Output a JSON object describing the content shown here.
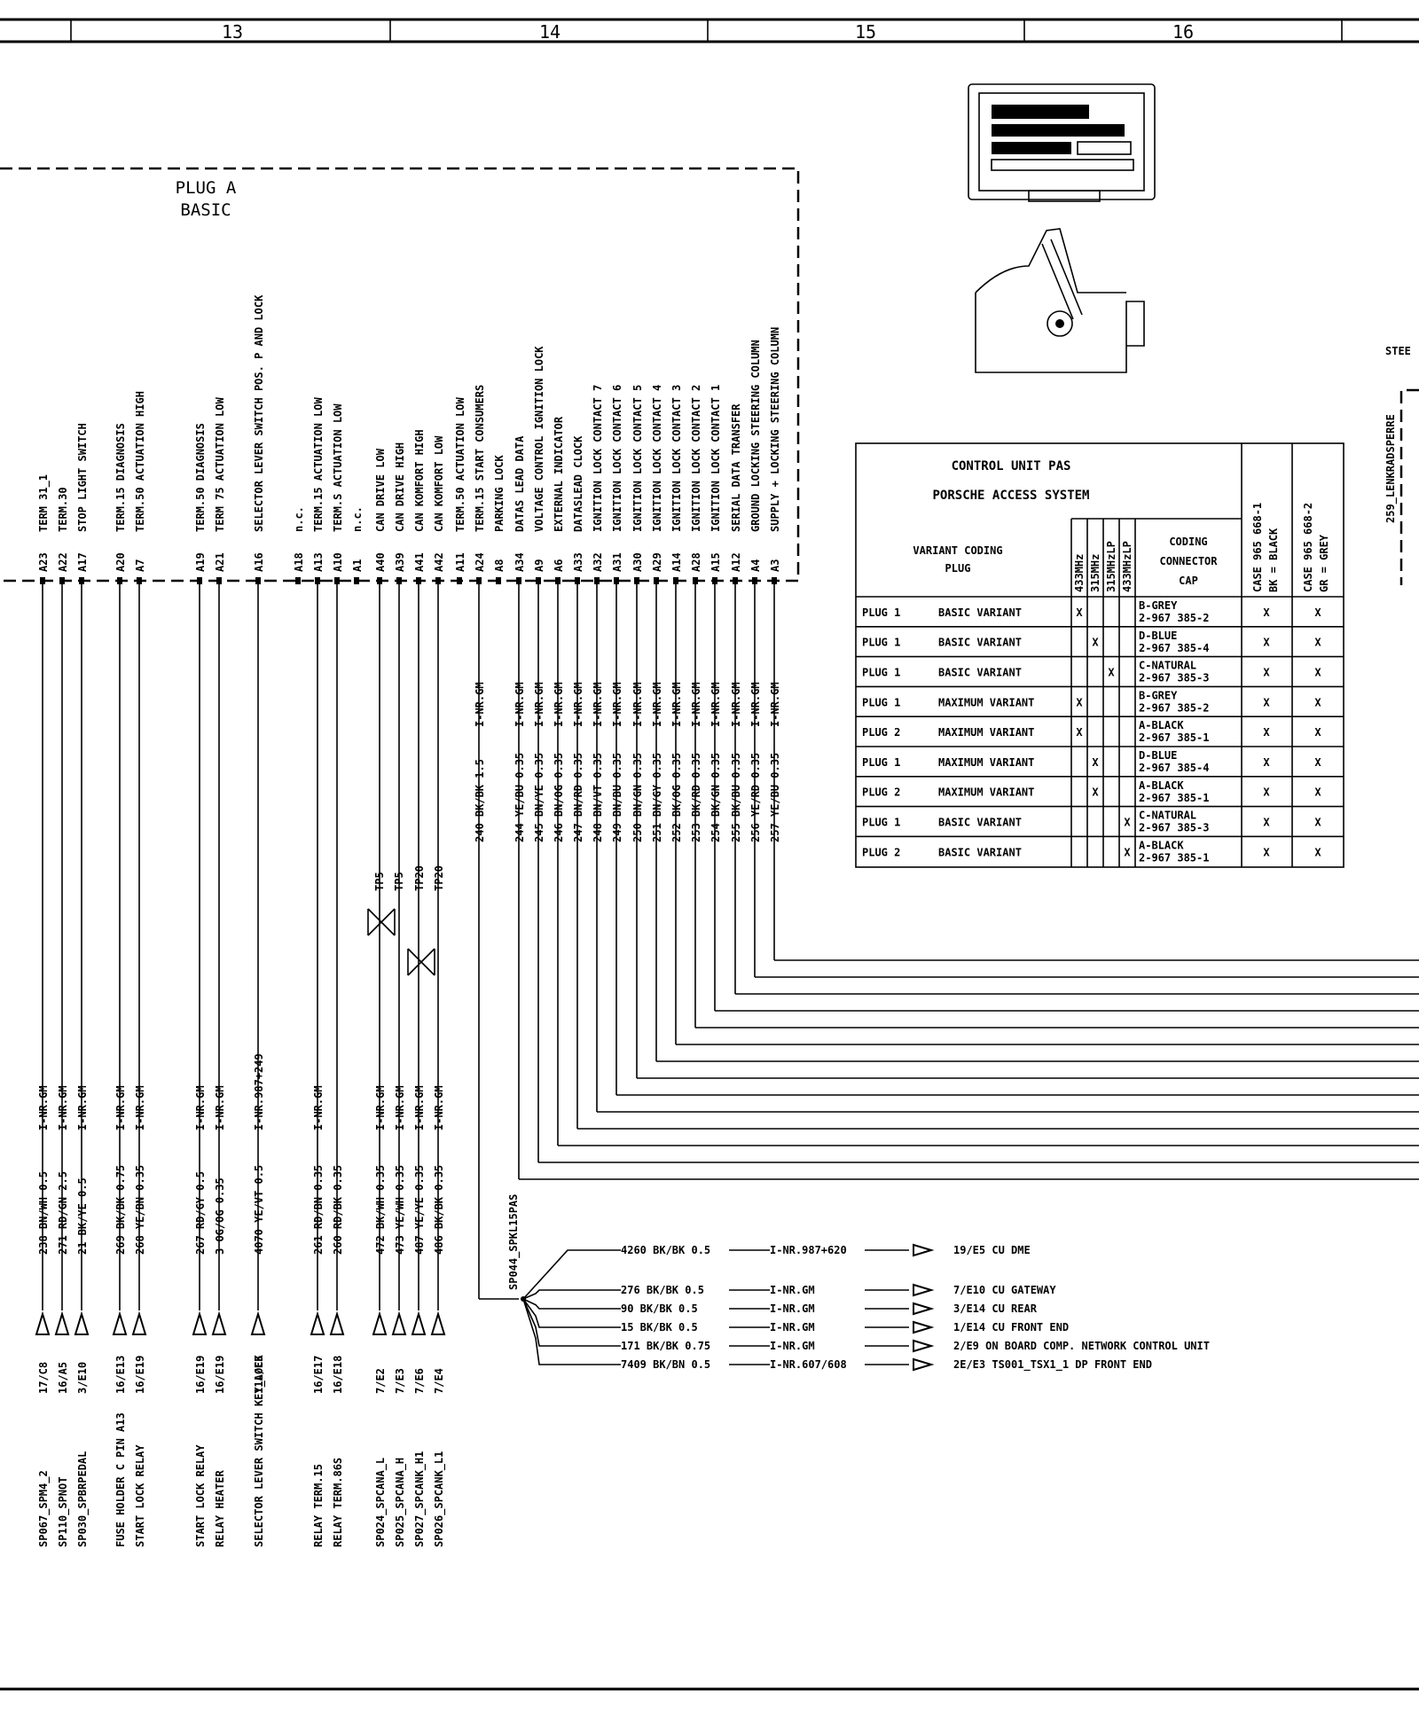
{
  "zones": [
    "13",
    "14",
    "15",
    "16"
  ],
  "plug": {
    "line1": "PLUG A",
    "line2": "BASIC"
  },
  "pins": [
    {
      "pin": "A23",
      "fn": "TERM 31_1",
      "wire": "238 BN/WH 0.5",
      "inr": "I-NR.GM",
      "ref": "17/C8",
      "dest": "SP067_SPM4_2"
    },
    {
      "pin": "A22",
      "fn": "TERM.30",
      "wire": "271 RD/GN 2.5",
      "inr": "I-NR.GM",
      "ref": "16/A5",
      "dest": "SP110_SPNOT"
    },
    {
      "pin": "A17",
      "fn": "STOP LIGHT SWITCH",
      "wire": "21 BK/YE 0.5",
      "inr": "I-NR.GM",
      "ref": "3/E10",
      "dest": "SP030_SPBRPEDAL"
    },
    {
      "pin": "A20",
      "fn": "TERM.15 DIAGNOSIS",
      "wire": "269 BK/BK 0.75",
      "inr": "I-NR.GM",
      "ref": "16/E13",
      "dest": "FUSE HOLDER C PIN A13"
    },
    {
      "pin": "A7",
      "fn": "TERM.50 ACTUATION HIGH",
      "wire": "268 YE/BN 0.35",
      "inr": "I-NR.GM",
      "ref": "16/E19",
      "dest": "START LOCK RELAY"
    },
    {
      "pin": "A19",
      "fn": "TERM.50 DIAGNOSIS",
      "wire": "267 RD/GY 0.5",
      "inr": "I-NR.GM",
      "ref": "16/E19",
      "dest": "START LOCK RELAY"
    },
    {
      "pin": "A21",
      "fn": "TERM 75 ACTUATION LOW",
      "wire": "3 OG/OG 0.35",
      "inr": "I-NR.GM",
      "ref": "16/E19",
      "dest": "RELAY HEATER"
    },
    {
      "pin": "A16",
      "fn": "SELECTOR LEVER SWITCH POS. P AND LOCK",
      "wire": "4070 YE/VT 0.5",
      "inr": "I-NR.987+249",
      "ref": "11A/E3",
      "dest": "SELECTOR LEVER SWITCH KEY_LOCK"
    },
    {
      "pin": "A18",
      "fn": "n.c.",
      "wire": "",
      "inr": "",
      "ref": "",
      "dest": ""
    },
    {
      "pin": "A13",
      "fn": "TERM.15 ACTUATION LOW",
      "wire": "261 RD/BN 0.35",
      "inr": "I-NR.GM",
      "ref": "16/E17",
      "dest": "RELAY TERM.15"
    },
    {
      "pin": "A10",
      "fn": "TERM.S ACTUATION LOW",
      "wire": "260 RD/BK 0.35",
      "inr": "",
      "ref": "16/E18",
      "dest": "RELAY TERM.86S"
    },
    {
      "pin": "A1",
      "fn": "n.c.",
      "wire": "",
      "inr": "",
      "ref": "",
      "dest": ""
    },
    {
      "pin": "A40",
      "fn": "CAN DRIVE LOW",
      "wire": "472 BK/WH 0.35",
      "inr": "I-NR.GM",
      "ref": "7/E2",
      "dest": "SP024_SPCANA_L"
    },
    {
      "pin": "A39",
      "fn": "CAN DRIVE HIGH",
      "wire": "473 YE/WH 0.35",
      "inr": "I-NR.GM",
      "ref": "7/E3",
      "dest": "SP025_SPCANA_H"
    },
    {
      "pin": "A41",
      "fn": "CAN KOMFORT HIGH",
      "wire": "487 YE/YE 0.35",
      "inr": "I-NR.GM",
      "ref": "7/E6",
      "dest": "SP027_SPCANK_H1"
    },
    {
      "pin": "A42",
      "fn": "CAN KOMFORT LOW",
      "wire": "486 BK/BK 0.35",
      "inr": "I-NR.GM",
      "ref": "7/E4",
      "dest": "SP026_SPCANK_L1"
    },
    {
      "pin": "A11",
      "fn": "TERM.50 ACTUATION LOW",
      "wire": "",
      "inr": "",
      "ref": "",
      "dest": ""
    },
    {
      "pin": "A24",
      "fn": "TERM.15 START CONSUMERS",
      "wire": "240 BK/BK 1.5",
      "inr": "I-NR.GM",
      "ref": "",
      "dest": ""
    },
    {
      "pin": "A8",
      "fn": "PARKING LOCK",
      "wire": "",
      "inr": "",
      "ref": "",
      "dest": ""
    },
    {
      "pin": "A34",
      "fn": "DATAS LEAD DATA",
      "wire": "244 YE/BU 0.35",
      "inr": "I-NR.GM",
      "ref": "",
      "dest": ""
    },
    {
      "pin": "A9",
      "fn": "VOLTAGE CONTROL IGNITION LOCK",
      "wire": "245 BN/YE 0.35",
      "inr": "I-NR.GM",
      "ref": "",
      "dest": ""
    },
    {
      "pin": "A6",
      "fn": "EXTERNAL INDICATOR",
      "wire": "246 BN/OG 0.35",
      "inr": "I-NR.GM",
      "ref": "",
      "dest": ""
    },
    {
      "pin": "A33",
      "fn": "DATASLEAD CLOCK",
      "wire": "247 BN/RD 0.35",
      "inr": "I-NR.GM",
      "ref": "",
      "dest": ""
    },
    {
      "pin": "A32",
      "fn": "IGNITION LOCK CONTACT 7",
      "wire": "248 BN/VT 0.35",
      "inr": "I-NR.GM",
      "ref": "",
      "dest": ""
    },
    {
      "pin": "A31",
      "fn": "IGNITION LOCK CONTACT 6",
      "wire": "249 BN/BU 0.35",
      "inr": "I-NR.GM",
      "ref": "",
      "dest": ""
    },
    {
      "pin": "A30",
      "fn": "IGNITION LOCK CONTACT 5",
      "wire": "250 BN/GN 0.35",
      "inr": "I-NR.GM",
      "ref": "",
      "dest": ""
    },
    {
      "pin": "A29",
      "fn": "IGNITION LOCK CONTACT 4",
      "wire": "251 BN/GY 0.35",
      "inr": "I-NR.GM",
      "ref": "",
      "dest": ""
    },
    {
      "pin": "A14",
      "fn": "IGNITION LOCK CONTACT 3",
      "wire": "252 BK/OG 0.35",
      "inr": "I-NR.GM",
      "ref": "",
      "dest": ""
    },
    {
      "pin": "A28",
      "fn": "IGNITION LOCK CONTACT 2",
      "wire": "253 BK/RD 0.35",
      "inr": "I-NR.GM",
      "ref": "",
      "dest": ""
    },
    {
      "pin": "A15",
      "fn": "IGNITION LOCK CONTACT 1",
      "wire": "254 BK/GN 0.35",
      "inr": "I-NR.GM",
      "ref": "",
      "dest": ""
    },
    {
      "pin": "A12",
      "fn": "SERIAL DATA TRANSFER",
      "wire": "255 BK/BU 0.35",
      "inr": "I-NR.GM",
      "ref": "",
      "dest": ""
    },
    {
      "pin": "A4",
      "fn": "GROUND LOCKING STEERING COLUMN",
      "wire": "256 YE/RD 0.35",
      "inr": "I-NR.GM",
      "ref": "",
      "dest": ""
    },
    {
      "pin": "A3",
      "fn": "SUPPLY + LOCKING STEERING COLUMN",
      "wire": "257 YE/BU 0.35",
      "inr": "I-NR.GM",
      "ref": "",
      "dest": ""
    }
  ],
  "tp": [
    "TP5",
    "TP5",
    "TP20",
    "TP20"
  ],
  "splice": {
    "name": "SP044_SPKL15PAS"
  },
  "splice_out": [
    {
      "wire": "4260 BK/BK 0.5",
      "inr": "I-NR.987+620",
      "dest": "19/E5  CU DME"
    },
    {
      "wire": "276 BK/BK 0.5",
      "inr": "I-NR.GM",
      "dest": "7/E10  CU GATEWAY"
    },
    {
      "wire": "90 BK/BK 0.5",
      "inr": "I-NR.GM",
      "dest": "3/E14  CU REAR"
    },
    {
      "wire": "15 BK/BK 0.5",
      "inr": "I-NR.GM",
      "dest": "1/E14  CU FRONT END"
    },
    {
      "wire": "171 BK/BK 0.75",
      "inr": "I-NR.GM",
      "dest": "2/E9  ON BOARD COMP. NETWORK CONTROL UNIT"
    },
    {
      "wire": "7409 BK/BN 0.5",
      "inr": "I-NR.607/608",
      "dest": "2E/E3  TS001_TSX1_1  DP FRONT END"
    }
  ],
  "table": {
    "title1": "CONTROL UNIT PAS",
    "title2": "PORSCHE ACCESS SYSTEM",
    "h_variant1": "VARIANT CODING",
    "h_variant2": "PLUG",
    "h_freq": [
      "433MHz",
      "315MHz",
      "315MHzLP",
      "433MHzLP"
    ],
    "h_cap1": "CODING",
    "h_cap2": "CONNECTOR",
    "h_cap3": "CAP",
    "h_case1a": "CASE  965 668-1",
    "h_case1b": "BK = BLACK",
    "h_case2a": "CASE  965 668-2",
    "h_case2b": "GR = GREY",
    "rows": [
      {
        "plug": "PLUG 1",
        "variant": "BASIC VARIANT",
        "f": [
          "X",
          "",
          "",
          ""
        ],
        "cap1": "B-GREY",
        "cap2": "2-967 385-2",
        "c1": "X",
        "c2": "X"
      },
      {
        "plug": "PLUG 1",
        "variant": "BASIC VARIANT",
        "f": [
          "",
          "X",
          "",
          ""
        ],
        "cap1": "D-BLUE",
        "cap2": "2-967 385-4",
        "c1": "X",
        "c2": "X"
      },
      {
        "plug": "PLUG 1",
        "variant": "BASIC VARIANT",
        "f": [
          "",
          "",
          "X",
          ""
        ],
        "cap1": "C-NATURAL",
        "cap2": "2-967 385-3",
        "c1": "X",
        "c2": "X"
      },
      {
        "plug": "PLUG 1",
        "variant": "MAXIMUM VARIANT",
        "f": [
          "X",
          "",
          "",
          ""
        ],
        "cap1": "B-GREY",
        "cap2": "2-967 385-2",
        "c1": "X",
        "c2": "X"
      },
      {
        "plug": "PLUG 2",
        "variant": "MAXIMUM VARIANT",
        "f": [
          "X",
          "",
          "",
          ""
        ],
        "cap1": "A-BLACK",
        "cap2": "2-967 385-1",
        "c1": "X",
        "c2": "X"
      },
      {
        "plug": "PLUG 1",
        "variant": "MAXIMUM VARIANT",
        "f": [
          "",
          "X",
          "",
          ""
        ],
        "cap1": "D-BLUE",
        "cap2": "2-967 385-4",
        "c1": "X",
        "c2": "X"
      },
      {
        "plug": "PLUG 2",
        "variant": "MAXIMUM VARIANT",
        "f": [
          "",
          "X",
          "",
          ""
        ],
        "cap1": "A-BLACK",
        "cap2": "2-967 385-1",
        "c1": "X",
        "c2": "X"
      },
      {
        "plug": "PLUG 1",
        "variant": "BASIC VARIANT",
        "f": [
          "",
          "",
          "",
          "X"
        ],
        "cap1": "C-NATURAL",
        "cap2": "2-967 385-3",
        "c1": "X",
        "c2": "X"
      },
      {
        "plug": "PLUG 2",
        "variant": "BASIC VARIANT",
        "f": [
          "",
          "",
          "",
          "X"
        ],
        "cap1": "A-BLACK",
        "cap2": "2-967 385-1",
        "c1": "X",
        "c2": "X"
      }
    ]
  },
  "right_labels": {
    "stee": "STEE",
    "lenk": "259_LENKRADSPERRE"
  }
}
